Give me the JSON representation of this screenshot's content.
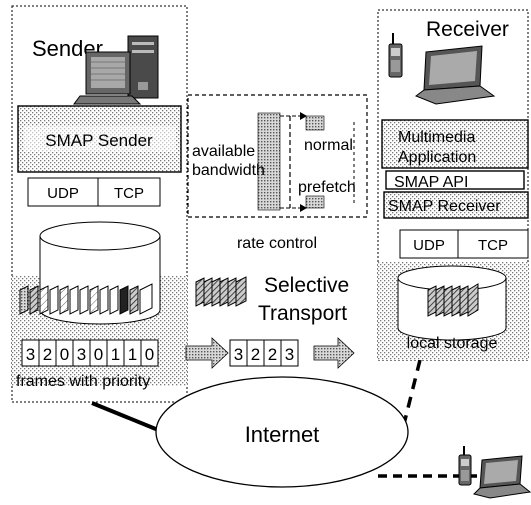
{
  "sender": {
    "title": "Sender",
    "module": "SMAP Sender",
    "protocols": [
      "UDP",
      "TCP"
    ],
    "frames_caption": "frames with priority",
    "priority_digits": [
      "3",
      "2",
      "0",
      "3",
      "0",
      "1",
      "1",
      "0"
    ]
  },
  "rate_control": {
    "label_available_line1": "available",
    "label_available_line2": "bandwidth",
    "label_normal": "normal",
    "label_prefetch": "prefetch",
    "caption": "rate control"
  },
  "transport": {
    "title_line1": "Selective",
    "title_line2": "Transport",
    "priority_digits": [
      "3",
      "2",
      "2",
      "3"
    ]
  },
  "receiver": {
    "title": "Receiver",
    "app_line1": "Multimedia",
    "app_line2": "Application",
    "api": "SMAP API",
    "module": "SMAP Receiver",
    "protocols": [
      "UDP",
      "TCP"
    ],
    "storage_caption": "local storage"
  },
  "network": {
    "label": "Internet"
  }
}
